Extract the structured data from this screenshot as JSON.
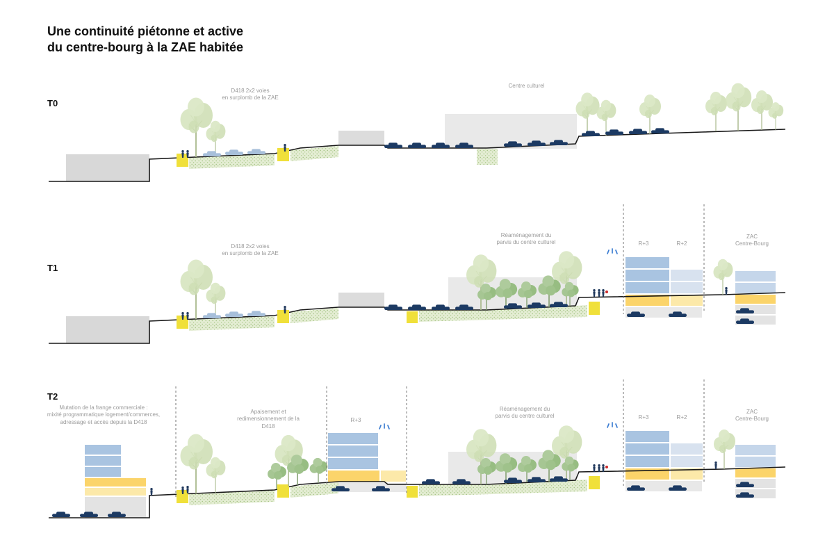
{
  "title": "Une continuité piétonne et active\ndu centre-bourg à la ZAE habitée",
  "sections": {
    "t0": {
      "label": "T0",
      "ann_d418": "D418 2x2 voies\nen surplomb de la ZAE",
      "ann_centre_culturel": "Centre culturel"
    },
    "t1": {
      "label": "T1",
      "ann_d418": "D418 2x2 voies\nen surplomb de la ZAE",
      "ann_parvis": "Réaménagement du\nparvis du centre culturel",
      "label_r3": "R+3",
      "label_r2": "R+2",
      "ann_zac": "ZAC\nCentre-Bourg"
    },
    "t2": {
      "label": "T2",
      "ann_mutation": "Mutation de la frange commerciale :\nmixité programmatique logement/commerces,\nadressage et accès depuis la D418",
      "ann_apaisement": "Apaisement et\nredimensionnement de la\nD418",
      "label_r3_left": "R+3",
      "ann_parvis": "Réaménagement du\nparvis du centre culturel",
      "label_r3": "R+3",
      "label_r2": "R+2",
      "ann_zac": "ZAC\nCentre-Bourg"
    }
  },
  "colors": {
    "background": "#ffffff",
    "terrain_line": "#191919",
    "building_grey": "#d8d8d8",
    "building_grey_light": "#e9e9e9",
    "floor_blue": "#a9c4e1",
    "floor_blue_light": "#d8e2ef",
    "zac_blue": "#c5d6ea",
    "ground_floor_yellow": "#fbd46a",
    "ground_floor_yellow_light": "#fce9a9",
    "accent_yellow": "#f0e03a",
    "car_dark": "#1c3a63",
    "car_light": "#a7bfda",
    "vegetation_light": "#d4e3bc",
    "vegetation_medium": "#9fc28b",
    "annotation_grey": "#9a9a9a",
    "spark_blue": "#3e7ed2",
    "alert_red": "#cc2b2b"
  }
}
